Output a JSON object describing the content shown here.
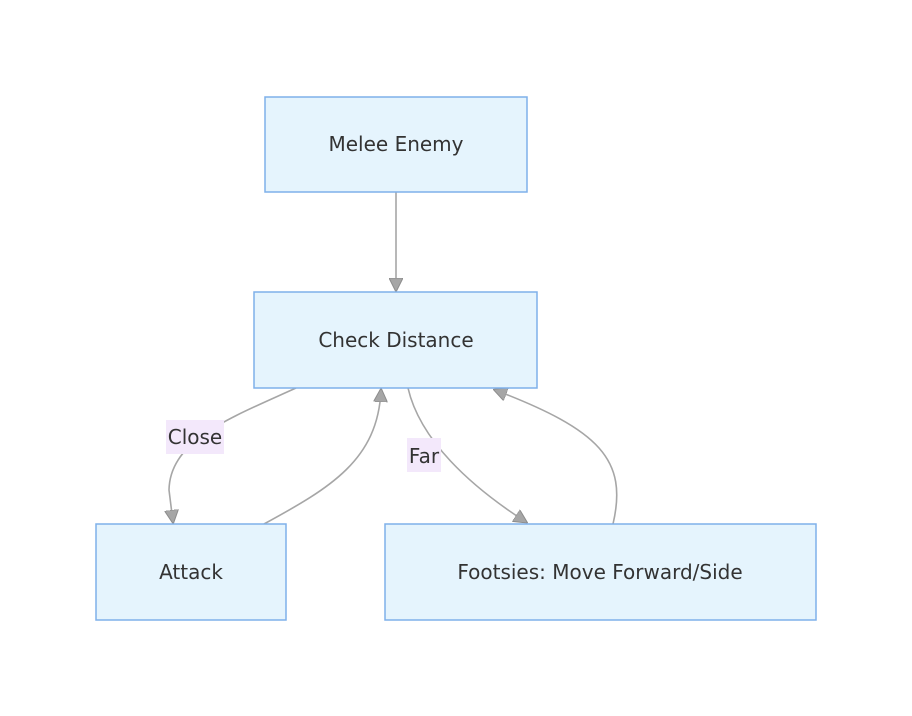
{
  "nodes": {
    "melee_enemy": "Melee Enemy",
    "check_distance": "Check Distance",
    "attack": "Attack",
    "footsies": "Footsies: Move Forward/Side"
  },
  "edge_labels": {
    "close": "Close",
    "far": "Far"
  },
  "colors": {
    "node_fill": "#e5f4fd",
    "node_stroke": "#7fb0ea",
    "edge": "#a6a6a6",
    "label_bg": "#f3e8fb",
    "text": "#333333"
  }
}
